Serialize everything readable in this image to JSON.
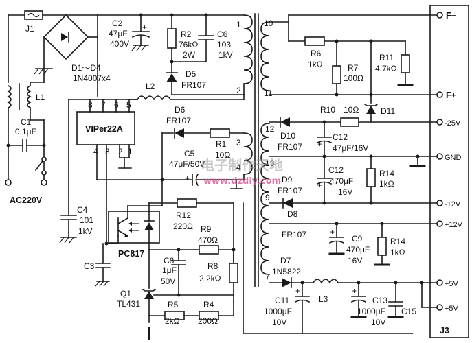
{
  "components": {
    "J1": "J1",
    "C2": [
      "C2",
      "47μF",
      "400V"
    ],
    "R2": [
      "R2",
      "76kΩ",
      "2W"
    ],
    "C6": [
      "C6",
      "103",
      "1kV"
    ],
    "D1D4": [
      "D1～D4",
      "1N4007x4"
    ],
    "D5": [
      "D5",
      "FR107"
    ],
    "L1": "L1",
    "L2": "L2",
    "C1": [
      "C1",
      "0.1μF"
    ],
    "AC": "AC220V",
    "IC": "VIPer22A",
    "ic_pins_top": [
      "8",
      "7",
      "6",
      "5"
    ],
    "ic_pins_bottom": [
      "4",
      "3",
      "2",
      "1"
    ],
    "D6": [
      "D6",
      "FR107"
    ],
    "R1": [
      "R1",
      "10Ω"
    ],
    "C5": [
      "C5",
      "47μF/50V"
    ],
    "C4": [
      "C4",
      "101",
      "1kV"
    ],
    "C3": "C3",
    "R12": [
      "R12",
      "220Ω"
    ],
    "R9": [
      "R9",
      "470Ω"
    ],
    "PC817": "PC817",
    "C8": [
      "C8",
      "1μF",
      "50V"
    ],
    "R8": [
      "R8",
      "2.2kΩ"
    ],
    "Q1": [
      "Q1",
      "TL431"
    ],
    "R5": [
      "R5",
      "2kΩ"
    ],
    "R4": [
      "R4",
      "200Ω"
    ],
    "R6": [
      "R6",
      "1kΩ"
    ],
    "R7": [
      "R7",
      "100Ω"
    ],
    "R11": [
      "R11",
      "4.7kΩ"
    ],
    "R10": [
      "R10",
      "10Ω"
    ],
    "D11": "D11",
    "D10": [
      "D10",
      "FR107"
    ],
    "C12a": [
      "C12",
      "47μF/16V"
    ],
    "C12b": [
      "C12",
      "470μF",
      "16V"
    ],
    "R14a": [
      "R14",
      "1kΩ"
    ],
    "D9": [
      "D9",
      "FR107"
    ],
    "D8": [
      "D8",
      "FR107"
    ],
    "C9": [
      "C9",
      "470μF",
      "16V"
    ],
    "R14b": [
      "R14",
      "1kΩ"
    ],
    "D7": [
      "D7",
      "1N5822"
    ],
    "C11": [
      "C11",
      "1000μF",
      "10V"
    ],
    "L3": "L3",
    "C13": [
      "C13",
      "1000μF",
      "10V"
    ],
    "C15": "C15",
    "J3": "J3"
  },
  "transformer_pins": {
    "primary": [
      "1",
      "2"
    ],
    "aux": [
      "3",
      "4"
    ],
    "secondary": [
      "10",
      "11",
      "12",
      "13",
      "9",
      "7"
    ]
  },
  "outputs": [
    "F−",
    "F+",
    "-25V",
    "GND",
    "-12V",
    "+12V",
    "+5V",
    "+5V"
  ],
  "watermark": [
    "电子制作天地",
    "www.dzdiy.com"
  ]
}
